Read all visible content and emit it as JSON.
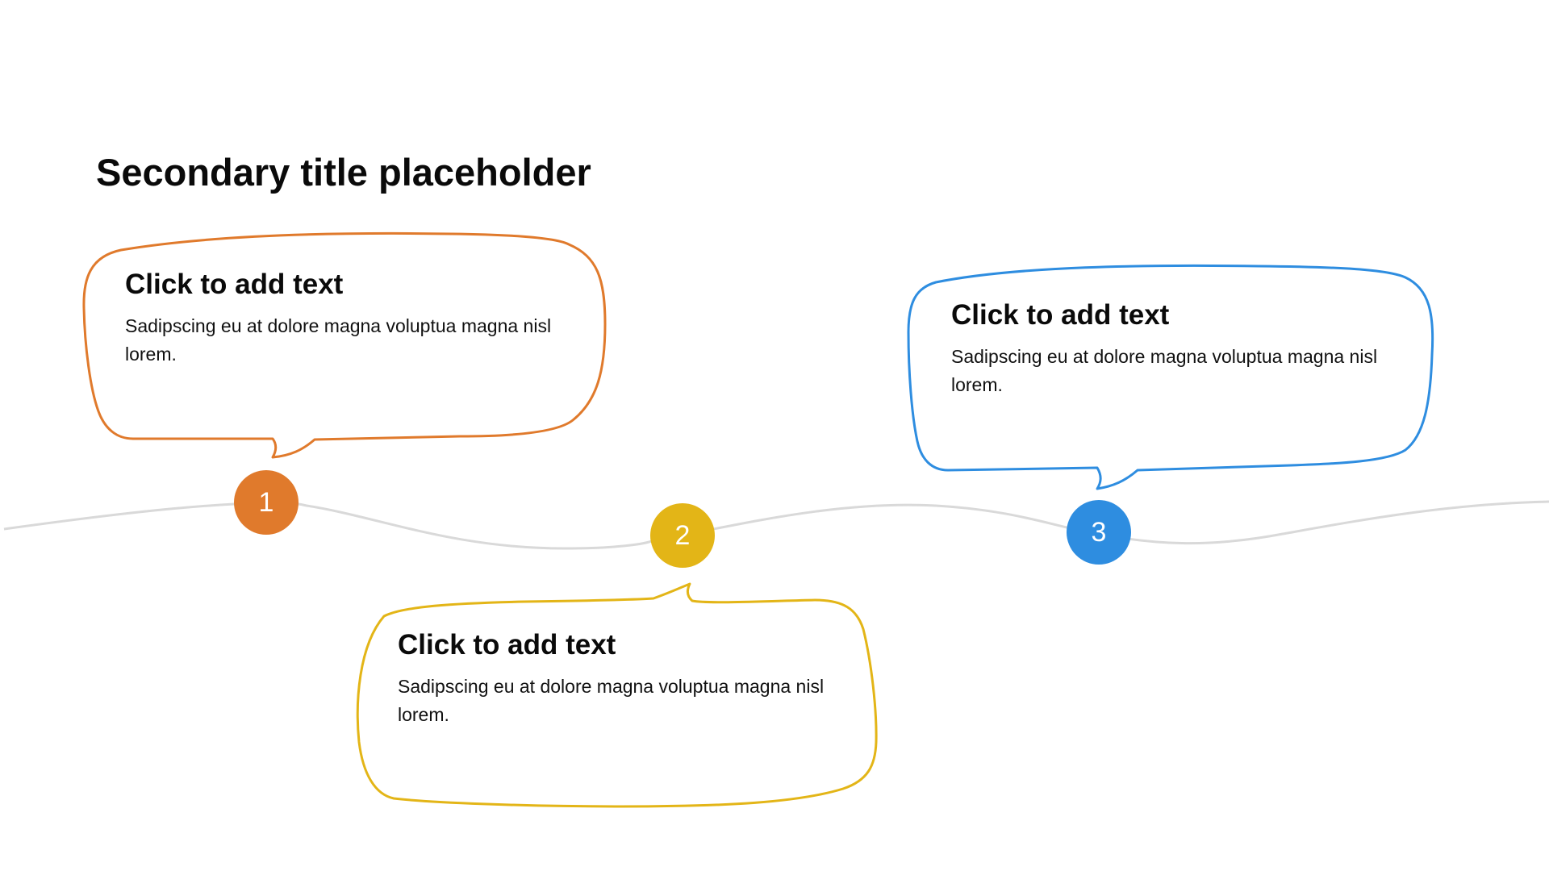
{
  "slide": {
    "title": "Secondary title placeholder"
  },
  "colors": {
    "orange": "#E07A2C",
    "yellow": "#E3B517",
    "blue": "#2E8DE0",
    "line": "#D9D9D9"
  },
  "steps": [
    {
      "number": "1",
      "heading": "Click to add text",
      "body": "Sadipscing eu at dolore magna voluptua magna nisl lorem.",
      "color": "#E07A2C"
    },
    {
      "number": "2",
      "heading": "Click to add text",
      "body": "Sadipscing eu at dolore magna voluptua magna nisl lorem.",
      "color": "#E3B517"
    },
    {
      "number": "3",
      "heading": "Click to add text",
      "body": "Sadipscing eu at dolore magna voluptua magna nisl lorem.",
      "color": "#2E8DE0"
    }
  ]
}
